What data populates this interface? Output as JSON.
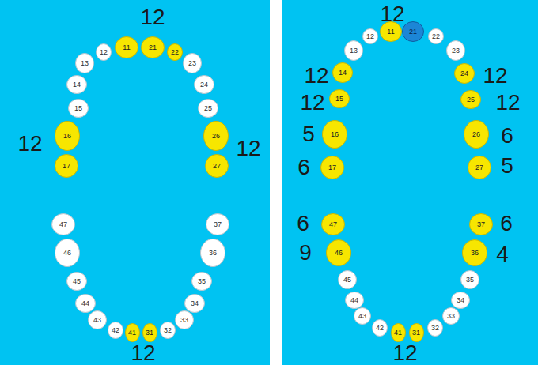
{
  "diagram": {
    "nodes": [
      {
        "text": [
          "11"
        ]
      },
      {
        "text": [
          "21"
        ]
      },
      {
        "text": [
          "12"
        ]
      },
      {
        "text": [
          "22"
        ]
      },
      {
        "text": [
          "13"
        ]
      },
      {
        "text": [
          "23"
        ]
      },
      {
        "text": [
          "14"
        ]
      },
      {
        "text": [
          "24"
        ]
      },
      {
        "text": [
          "15"
        ]
      },
      {
        "text": [
          "25"
        ]
      },
      {
        "text": [
          "16"
        ]
      },
      {
        "text": [
          "26"
        ]
      },
      {
        "text": [
          "17"
        ]
      },
      {
        "text": [
          "27"
        ]
      },
      {
        "text": [
          "47"
        ]
      },
      {
        "text": [
          "37"
        ]
      },
      {
        "text": [
          "46"
        ]
      },
      {
        "text": [
          "36"
        ]
      },
      {
        "text": [
          "45"
        ]
      },
      {
        "text": [
          "35"
        ]
      },
      {
        "text": [
          "44"
        ]
      },
      {
        "text": [
          "34"
        ]
      },
      {
        "text": [
          "43"
        ]
      },
      {
        "text": [
          "33"
        ]
      },
      {
        "text": [
          "42"
        ]
      },
      {
        "text": [
          "32"
        ]
      },
      {
        "text": [
          "41"
        ]
      },
      {
        "text": [
          "31"
        ]
      },
      {
        "text": [
          "11"
        ]
      },
      {
        "text": [
          "21"
        ]
      },
      {
        "text": [
          "12"
        ]
      },
      {
        "text": [
          "22"
        ]
      },
      {
        "text": [
          "13"
        ]
      },
      {
        "text": [
          "23"
        ]
      },
      {
        "text": [
          "14"
        ]
      },
      {
        "text": [
          "24"
        ]
      },
      {
        "text": [
          "15"
        ]
      },
      {
        "text": [
          "25"
        ]
      },
      {
        "text": [
          "16"
        ]
      },
      {
        "text": [
          "26"
        ]
      },
      {
        "text": [
          "17"
        ]
      },
      {
        "text": [
          "27"
        ]
      },
      {
        "text": [
          "47"
        ]
      },
      {
        "text": [
          "37"
        ]
      },
      {
        "text": [
          "46"
        ]
      },
      {
        "text": [
          "36"
        ]
      },
      {
        "text": [
          "45"
        ]
      },
      {
        "text": [
          "35"
        ]
      },
      {
        "text": [
          "44"
        ]
      },
      {
        "text": [
          "34"
        ]
      },
      {
        "text": [
          "43"
        ]
      },
      {
        "text": [
          "33"
        ]
      },
      {
        "text": [
          "42"
        ]
      },
      {
        "text": [
          "32"
        ]
      },
      {
        "text": [
          "41"
        ]
      },
      {
        "text": [
          "31"
        ]
      }
    ],
    "labels": [
      "12",
      "12",
      "12",
      "12",
      "12",
      "12",
      "12",
      "5",
      "6",
      "12",
      "12",
      "6",
      "5",
      "6",
      "9",
      "6",
      "4",
      "12"
    ]
  }
}
